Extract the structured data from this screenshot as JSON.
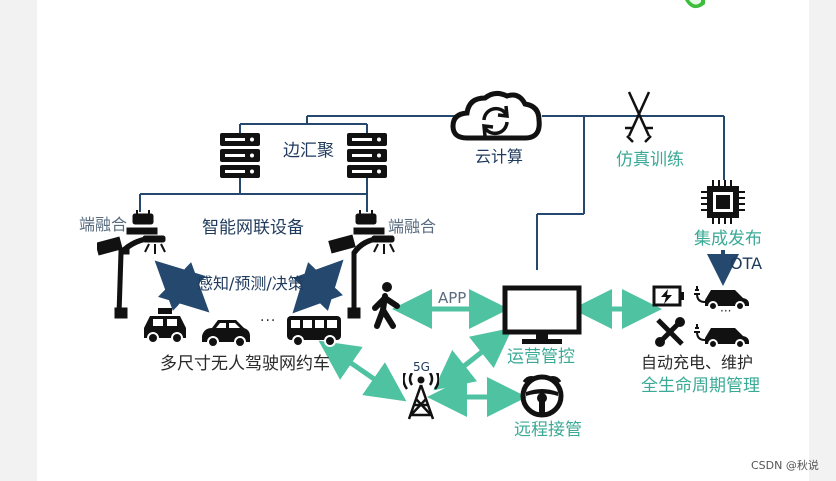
{
  "nodes": {
    "edge_aggregation": "边汇聚",
    "cloud_computing": "云计算",
    "simulation_training": "仿真训练",
    "endpoint_fusion_left": "端融合",
    "endpoint_fusion_right": "端融合",
    "smart_networked_devices": "智能网联设备",
    "perception": "感知/预测/决策",
    "integration_release": "集成发布",
    "ota": "OTA",
    "app": "APP",
    "operations_control": "运营管控",
    "vehicles": "多尺寸无人驾驶网约车",
    "network_5g": "5G",
    "remote_takeover": "远程接管",
    "charging_maintenance": "自动充电、维护",
    "lifecycle_management": "全生命周期管理",
    "dots_vehicles": "···",
    "dots_charging": "···"
  },
  "watermark": "CSDN @秋说",
  "colors": {
    "line_navy": "#24486e",
    "arrow_teal": "#4fc2a1",
    "label_teal": "#3aaa96",
    "label_dark": "#1f3a5c",
    "icon_black": "#111111"
  }
}
